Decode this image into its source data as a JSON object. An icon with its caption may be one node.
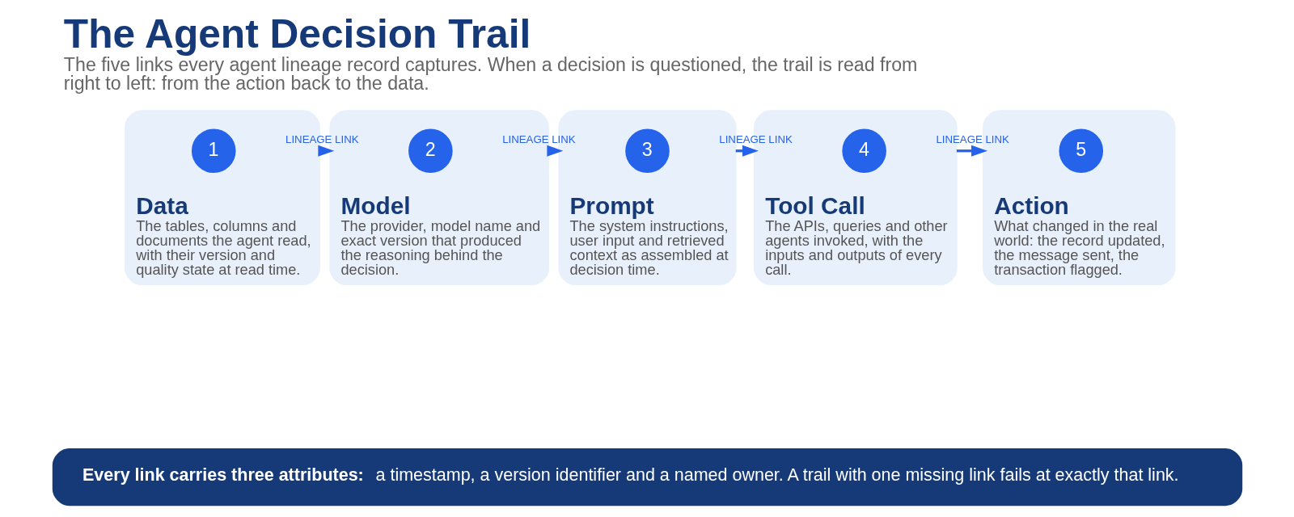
{
  "diagram": {
    "title": "The Agent Decision Trail",
    "caption": "The five links every agent lineage record captures. When a decision is questioned, the trail is read from right to left: from the action back to the data.",
    "nodes": [
      {
        "text": [
          "Data",
          "The tables, columns and documents the agent read, with their version and quality state at read time."
        ]
      },
      {
        "text": [
          "1"
        ],
        "in": 0
      },
      {
        "text": [
          "Model",
          "The provider, model name and exact version that produced the reasoning behind the decision."
        ]
      },
      {
        "text": [
          "2"
        ],
        "in": 2
      },
      {
        "text": [
          "Prompt",
          "The system instructions, user input and retrieved context as assembled at decision time."
        ]
      },
      {
        "text": [
          "3"
        ],
        "in": 4
      },
      {
        "text": [
          "Tool Call",
          "The APIs, queries and other agents invoked, with the inputs and outputs of every call."
        ]
      },
      {
        "text": [
          "4"
        ],
        "in": 6
      },
      {
        "text": [
          "Action",
          "What changed in the real world: the record updated, the message sent, the transaction flagged."
        ]
      },
      {
        "text": [
          "5"
        ],
        "in": 8
      },
      {
        "text": [
          "**Every link carries three attributes:** a timestamp, a version identifier and a named owner. A trail with one missing link fails at exactly that link."
        ]
      }
    ],
    "edges": [
      {
        "from": 0,
        "to": 2,
        "arrow": "to",
        "label": "LINEAGE LINK"
      },
      {
        "from": 2,
        "to": 4,
        "arrow": "to",
        "label": "LINEAGE LINK"
      },
      {
        "from": 4,
        "to": 6,
        "arrow": "to",
        "label": "LINEAGE LINK"
      },
      {
        "from": 6,
        "to": 8,
        "arrow": "to",
        "label": "LINEAGE LINK"
      }
    ]
  }
}
